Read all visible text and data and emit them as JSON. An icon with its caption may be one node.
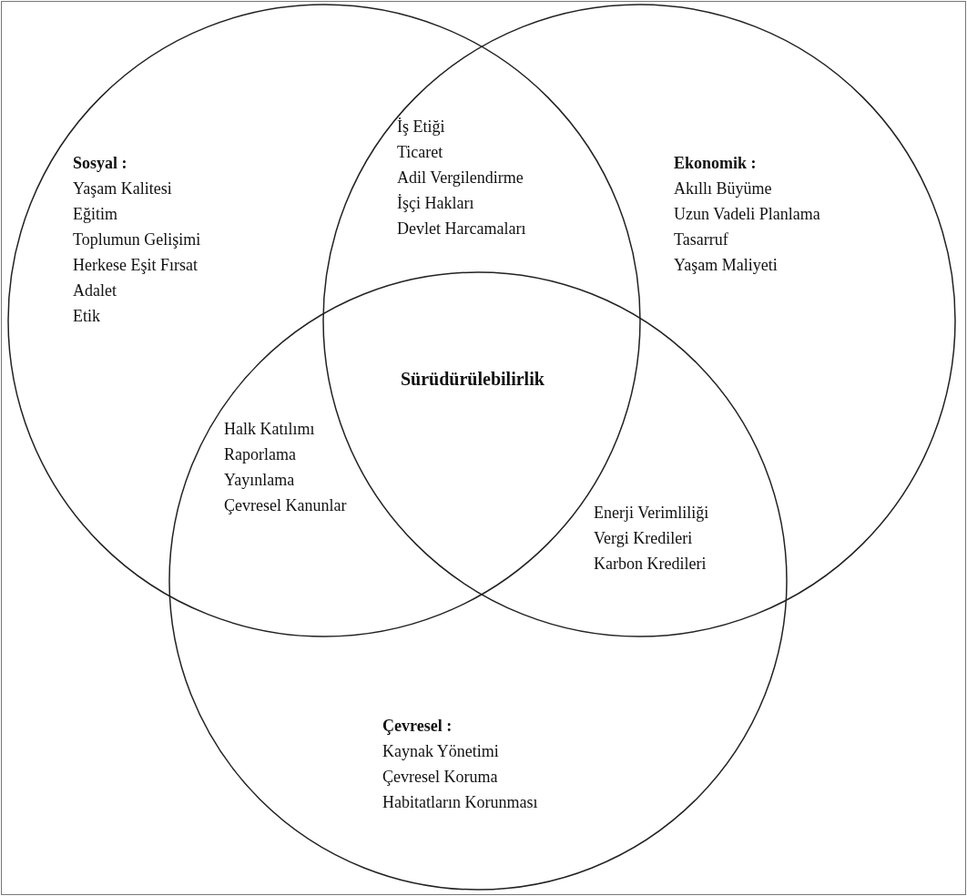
{
  "diagram": {
    "nodes": [
      {
        "text": [
          "Sosyal :",
          "Yaşam Kalitesi",
          "Eğitim",
          "Toplumun Gelişimi",
          "Herkese Eşit Fırsat",
          "Adalet",
          "Etik"
        ]
      },
      {
        "text": [
          "Ekonomik :",
          "Akıllı Büyüme",
          "Uzun Vadeli Planlama",
          "Tasarruf",
          "Yaşam Maliyeti"
        ]
      },
      {
        "text": [
          "Çevresel :",
          "Kaynak Yönetimi",
          "Çevresel Koruma",
          "Habitatların Korunması"
        ]
      }
    ],
    "labels": [
      "İş Etiği",
      "Ticaret",
      "Adil Vergilendirme",
      "İşçi Hakları",
      "Devlet Harcamaları",
      "Sürüdürülebilirlik",
      "Halk Katılımı",
      "Raporlama",
      "Yayınlama",
      "Çevresel Kanunlar",
      "Enerji Verimliliği",
      "Vergi Kredileri",
      "Karbon Kredileri"
    ]
  }
}
